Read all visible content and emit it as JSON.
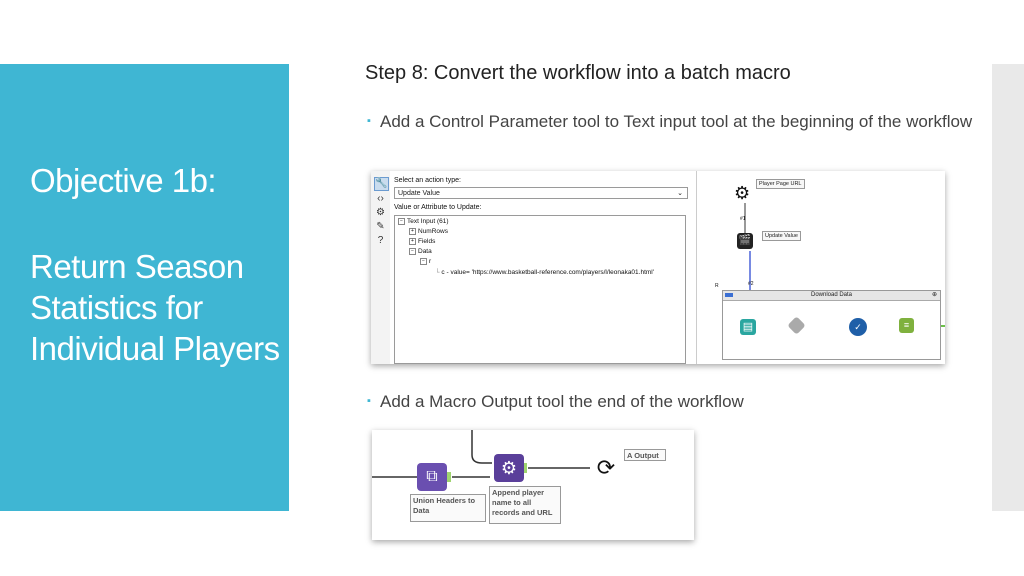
{
  "sidebar": {
    "objective": "Objective 1b:",
    "subtitle": "Return Season Statistics for Individual Players"
  },
  "main": {
    "step_title": "Step 8: Convert the workflow into a batch macro",
    "bullet1": "Add a Control Parameter tool to Text input tool at the beginning of the workflow",
    "bullet2": "Add a Macro Output tool the end of the workflow"
  },
  "screenshot1": {
    "config": {
      "action_label": "Select an action type:",
      "action_value": "Update Value",
      "attr_label": "Value or Attribute to Update:",
      "tree": [
        {
          "label": "Text Input (61)",
          "toggle": "−"
        },
        {
          "label": "NumRows",
          "toggle": "+"
        },
        {
          "label": "Fields",
          "toggle": "+"
        },
        {
          "label": "Data",
          "toggle": "−"
        },
        {
          "label": "r",
          "toggle": "−"
        },
        {
          "label": "c - value= 'https://www.basketball-reference.com/players/l/leonaka01.html'",
          "toggle": ""
        }
      ]
    },
    "canvas": {
      "player_url_label": "Player Page URL",
      "update_value_label": "Update Value",
      "container_title": "Download Data",
      "connector_1": "#1",
      "connector_2": "#2",
      "badge": "R"
    },
    "toolbar_icons": [
      "wrench-icon",
      "code-icon",
      "gear-icon",
      "tag-icon",
      "help-icon"
    ]
  },
  "screenshot2": {
    "union_label": "Union Headers to Data",
    "append_label": "Append player name to all records and URL",
    "output_label": "A Output"
  },
  "colors": {
    "sidebar": "#3fb6d3",
    "tool_purple": "#5a3f9a",
    "tool_teal": "#2aa6a0",
    "tool_blue": "#1f5fa8",
    "tool_green": "#7fb13e",
    "connector_green": "#6cc04a"
  }
}
